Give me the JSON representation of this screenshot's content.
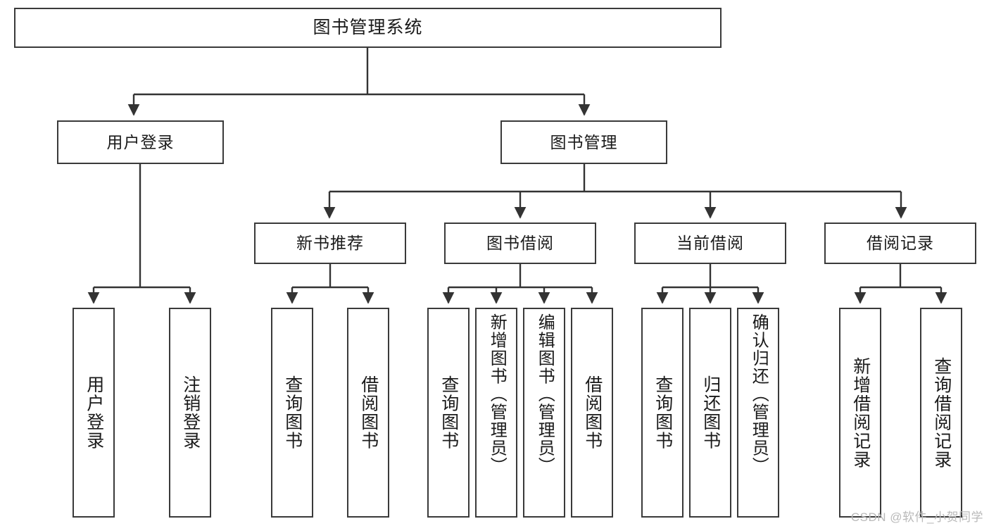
{
  "diagram": {
    "type": "tree",
    "title": "图书管理系统",
    "watermark": "CSDN @软件_小贺同学",
    "root": {
      "label": "图书管理系统"
    },
    "level2": [
      {
        "label": "用户登录"
      },
      {
        "label": "图书管理"
      }
    ],
    "level3": [
      {
        "label": "新书推荐"
      },
      {
        "label": "图书借阅"
      },
      {
        "label": "当前借阅"
      },
      {
        "label": "借阅记录"
      }
    ],
    "leaves": {
      "user_login": [
        {
          "label": "用户登录"
        },
        {
          "label": "注销登录"
        }
      ],
      "new_book_recommend": [
        {
          "label": "查询图书"
        },
        {
          "label": "借阅图书"
        }
      ],
      "book_borrow": [
        {
          "label": "查询图书"
        },
        {
          "label": "新增图书（管理员）"
        },
        {
          "label": "编辑图书（管理员）"
        },
        {
          "label": "借阅图书"
        }
      ],
      "current_borrow": [
        {
          "label": "查询图书"
        },
        {
          "label": "归还图书"
        },
        {
          "label": "确认归还（管理员）"
        }
      ],
      "borrow_record": [
        {
          "label": "新增借阅记录"
        },
        {
          "label": "查询借阅记录"
        }
      ]
    },
    "colors": {
      "border": "#3a3a3a",
      "text": "#1a1a1a",
      "background": "#ffffff",
      "connector": "#333333",
      "watermark": "#b9b9b9"
    }
  }
}
